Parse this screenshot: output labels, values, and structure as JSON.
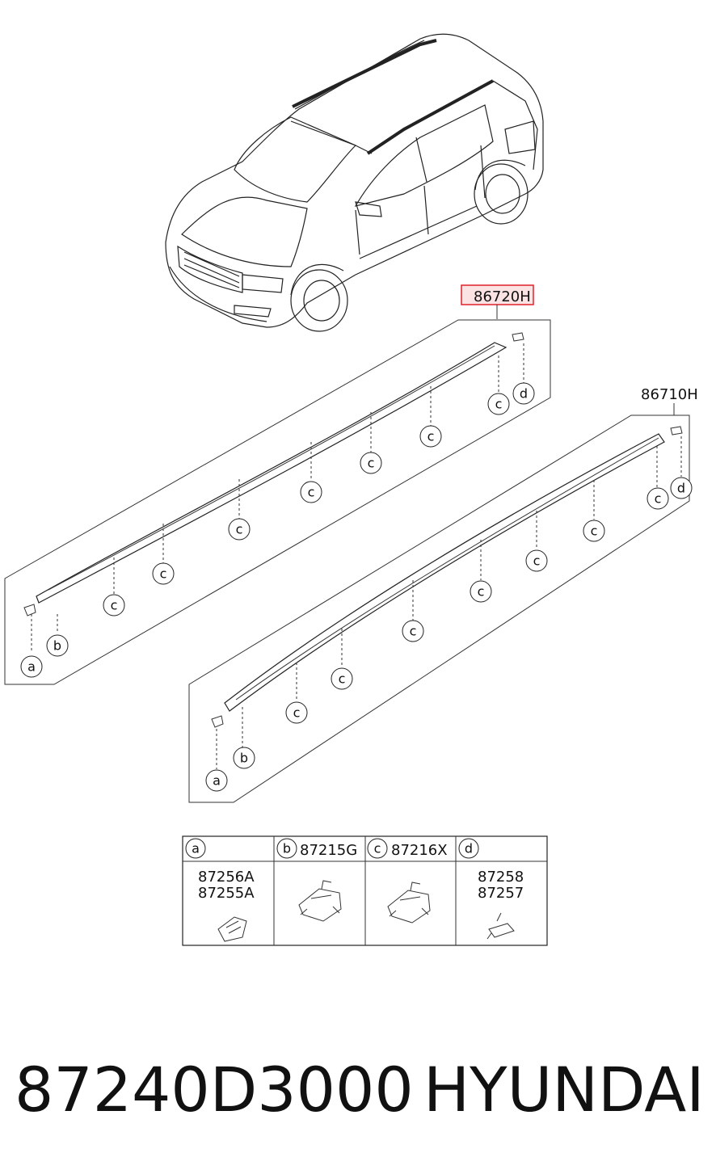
{
  "part_numbers": {
    "rear_assembly": "86720H",
    "front_assembly": "86710H"
  },
  "callouts": {
    "a": "a",
    "b": "b",
    "c": "c",
    "d": "d"
  },
  "legend": {
    "a": {
      "letter": "a",
      "parts": [
        "87256A",
        "87255A"
      ]
    },
    "b": {
      "letter": "b",
      "code": "87215G"
    },
    "c": {
      "letter": "c",
      "code": "87216X"
    },
    "d": {
      "letter": "d",
      "parts": [
        "87258",
        "87257"
      ]
    }
  },
  "caption": {
    "part_number": "87240D3000",
    "brand": "HYUNDAI"
  },
  "colors": {
    "highlight": "#e0202a",
    "highlight_fill": "#fbe3e4",
    "line": "#222222"
  }
}
